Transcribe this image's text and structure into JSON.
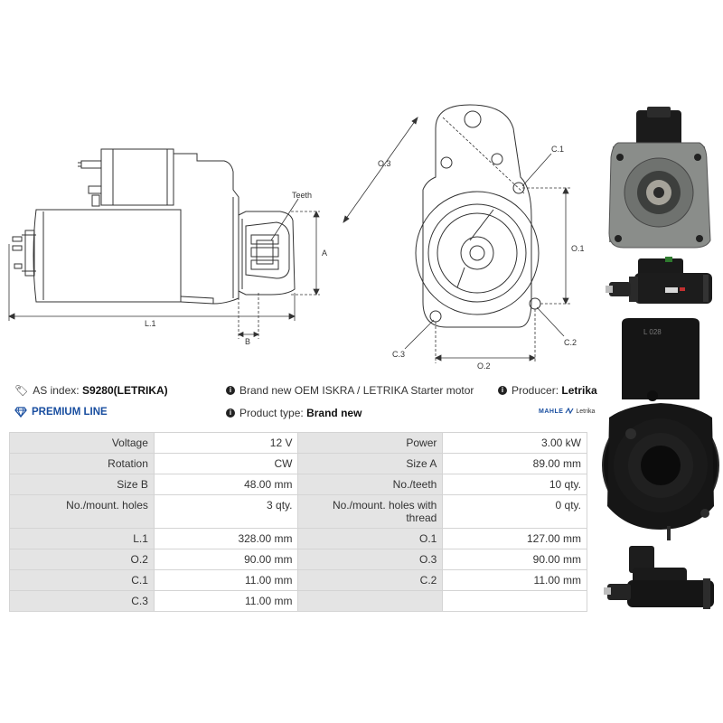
{
  "drawing": {
    "teeth_label": "Teeth",
    "dim_a": "A",
    "dim_b": "B",
    "dim_l1": "L.1",
    "dim_o1": "O.1",
    "dim_o2": "O.2",
    "dim_o3": "O.3",
    "dim_c1": "C.1",
    "dim_c2": "C.2",
    "dim_c3": "C.3"
  },
  "info": {
    "as_index_label": "AS index:",
    "as_index_value": "S9280(LETRIKA)",
    "description": "Brand new OEM ISKRA / LETRIKA Starter motor",
    "producer_label": "Producer:",
    "producer_value": "Letrika",
    "premium_line": "PREMIUM LINE",
    "product_type_label": "Product type:",
    "product_type_value": "Brand new",
    "brand_logo_left": "MAHLE",
    "brand_logo_right": "Letrika"
  },
  "specs": [
    [
      "Voltage",
      "12 V",
      "Power",
      "3.00 kW"
    ],
    [
      "Rotation",
      "CW",
      "Size A",
      "89.00 mm"
    ],
    [
      "Size B",
      "48.00 mm",
      "No./teeth",
      "10 qty."
    ],
    [
      "No./mount. holes",
      "3 qty.",
      "No./mount. holes with thread",
      "0 qty."
    ],
    [
      "L.1",
      "328.00 mm",
      "O.1",
      "127.00 mm"
    ],
    [
      "O.2",
      "90.00 mm",
      "O.3",
      "90.00 mm"
    ],
    [
      "C.1",
      "11.00 mm",
      "C.2",
      "11.00 mm"
    ],
    [
      "C.3",
      "11.00 mm",
      "",
      ""
    ]
  ],
  "photos": {
    "front_label": "L 028"
  },
  "colors": {
    "premium_blue": "#1a4fa0",
    "label_bg": "#e4e4e4",
    "line": "#333333"
  }
}
